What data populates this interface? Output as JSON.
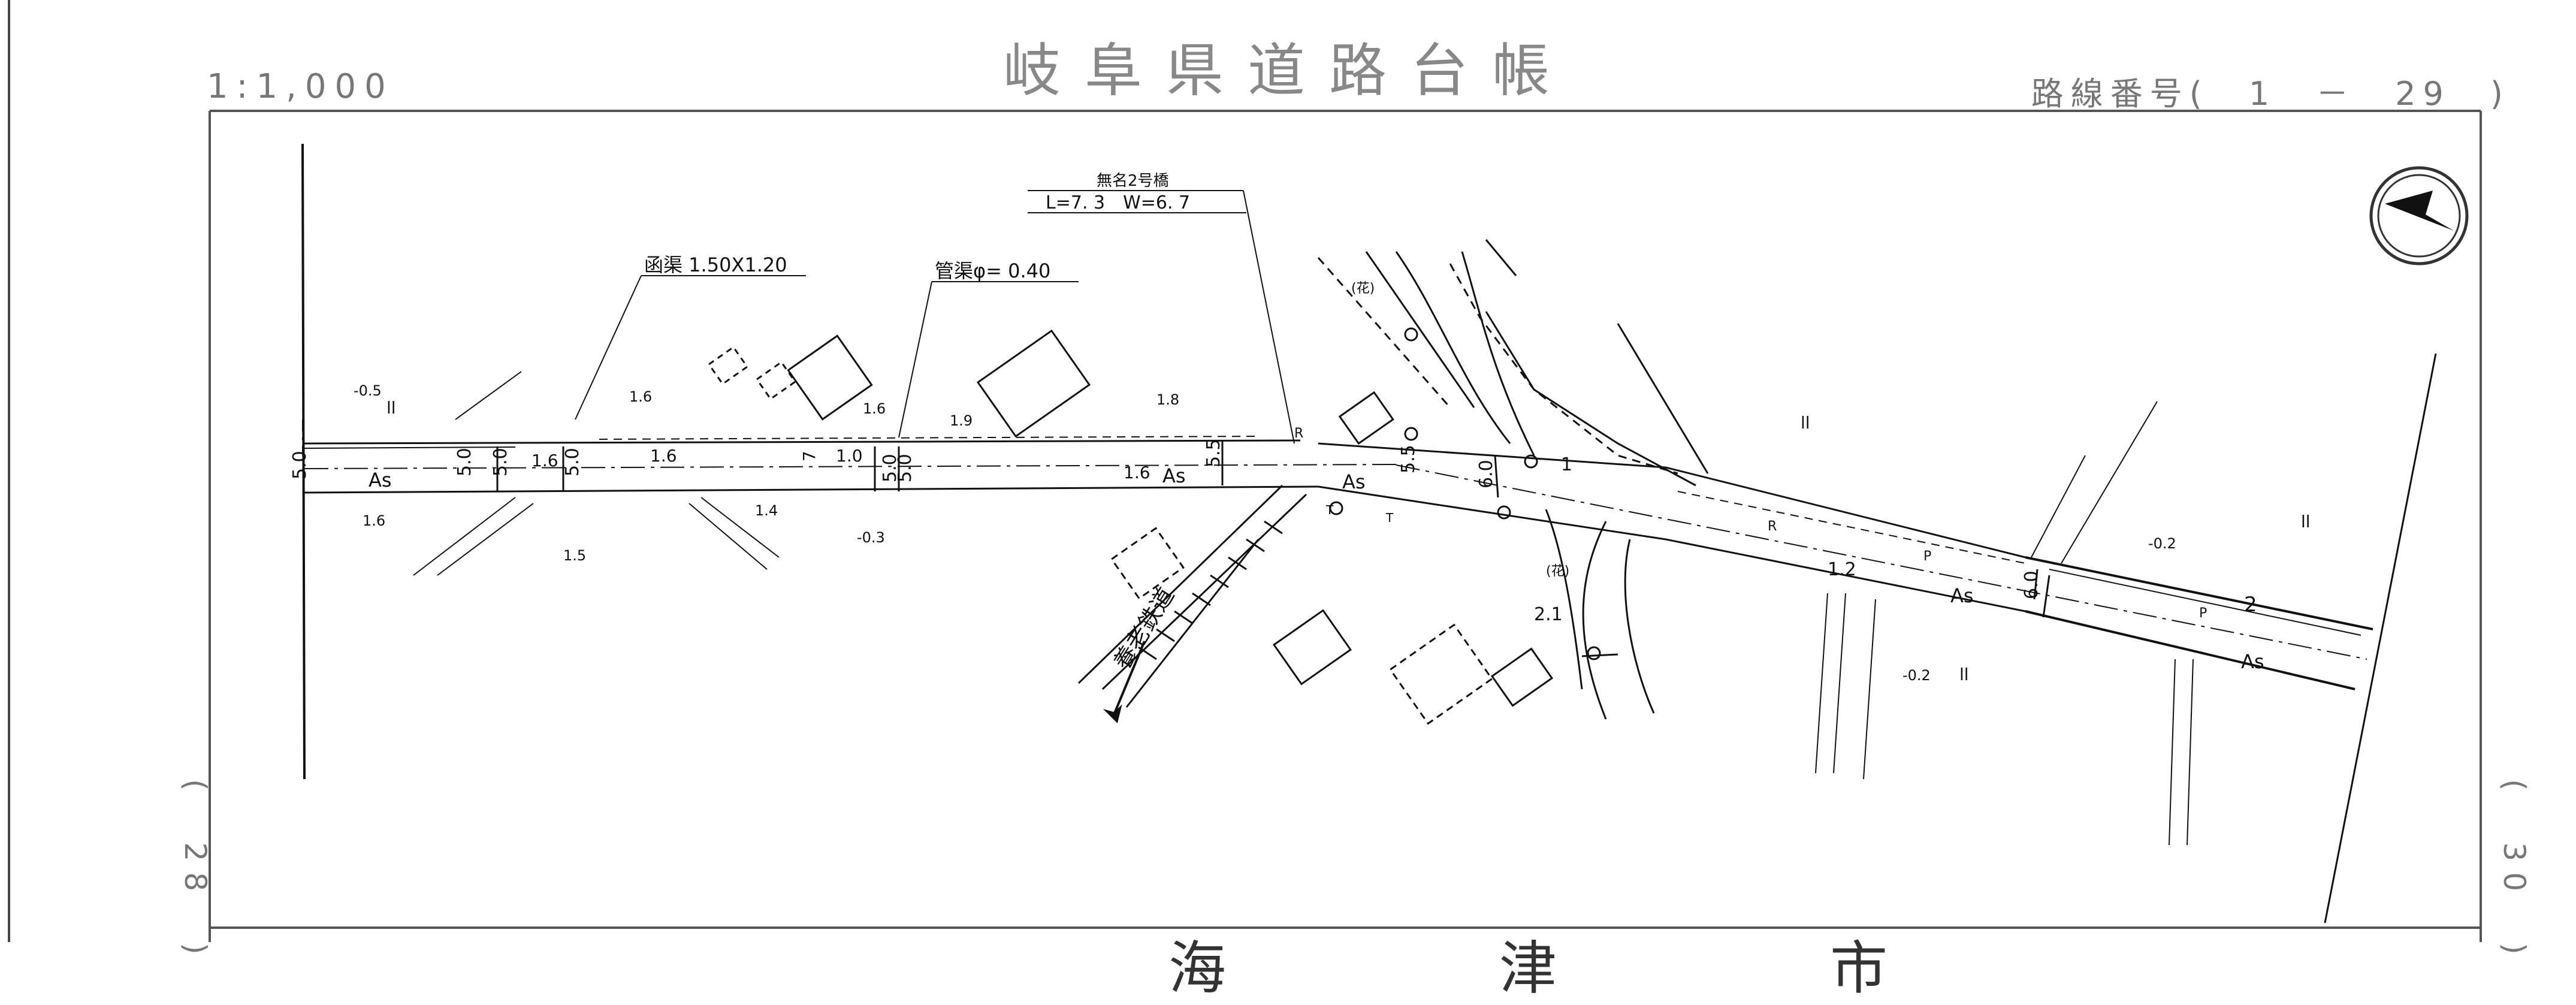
{
  "header": {
    "title": "岐阜県道路台帳",
    "scale": "1:1,000",
    "route_number": "路線番号(　1　－　29　)"
  },
  "adjacent_sheets": {
    "left": "(　28　)",
    "right": "(　30　)"
  },
  "bottom_title": "海　津　市",
  "labels": {
    "bridge_name": "無名2号橋",
    "bridge_dims": "L=7. 3　W=6. 7",
    "box_culvert": "函渠 1.50X1.20",
    "pipe_culvert": "管渠φ= 0.40",
    "railway": "養老鉄道",
    "surface": "As",
    "curb": "R",
    "footway": "P",
    "field": "ll",
    "flower": "(花)",
    "post_t": "T"
  },
  "dimensions": {
    "w50": "5.0",
    "w55": "5.5",
    "w60": "6.0",
    "w16": "1.6",
    "w10": "1.0",
    "w7": "7"
  },
  "elevations": {
    "e1": "-0.5",
    "e2": "1.6",
    "e3": "1.6",
    "e4": "1.5",
    "e5": "1.4",
    "e6": "-0.3",
    "e7": "1.9",
    "e8": "1.8",
    "e9": "1.6",
    "e10": "1.2",
    "e11": "2.1",
    "e12": "-0.2",
    "e13": "-0.2"
  },
  "road_markers": {
    "m1": "1",
    "m2": "2"
  },
  "colors": {
    "ink": "#111111",
    "frame": "#555555",
    "header_text": "#777777"
  }
}
